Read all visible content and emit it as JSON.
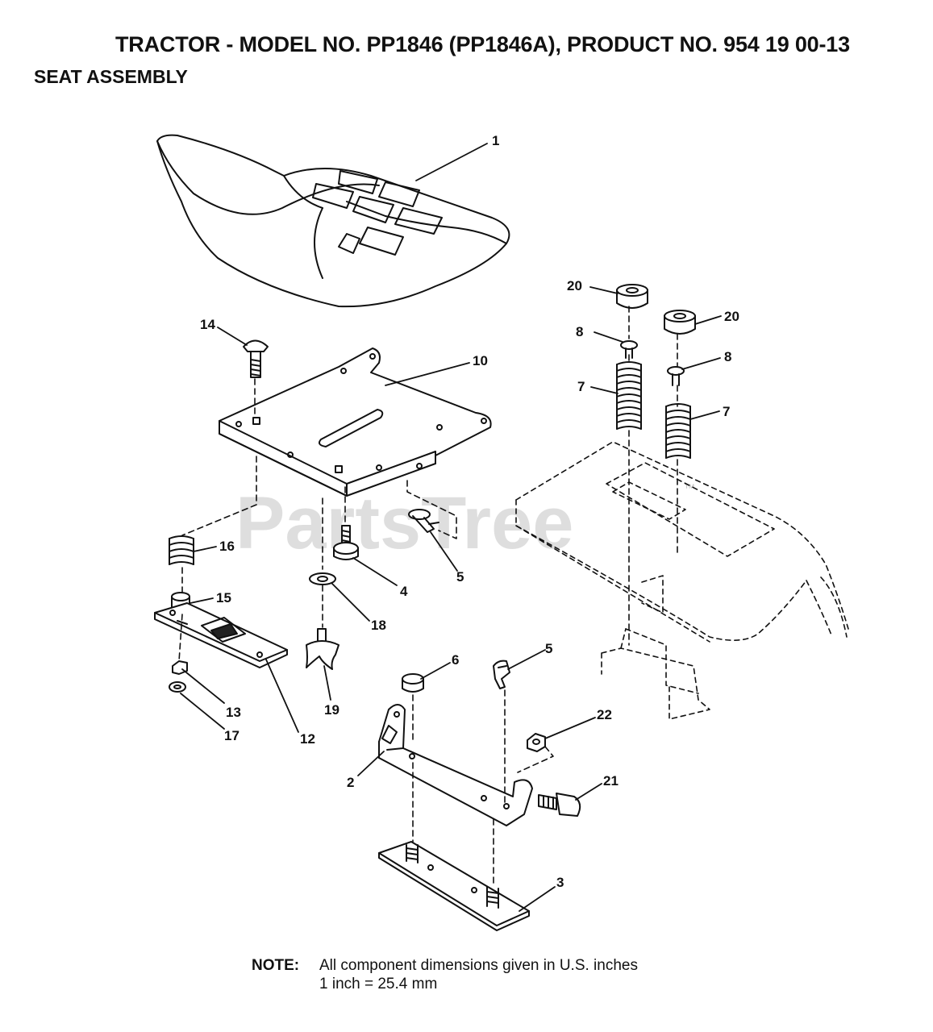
{
  "header": {
    "title": "TRACTOR - MODEL NO. PP1846 (PP1846A), PRODUCT NO. 954 19 00-13",
    "subtitle": "SEAT ASSEMBLY"
  },
  "watermark": {
    "text": "PartsTree",
    "trademark": "™"
  },
  "callouts": {
    "c1": "1",
    "c20a": "20",
    "c20b": "20",
    "c8a": "8",
    "c8b": "8",
    "c7a": "7",
    "c7b": "7",
    "c14": "14",
    "c10": "10",
    "c16": "16",
    "c15": "15",
    "c4": "4",
    "c5a": "5",
    "c18": "18",
    "c6": "6",
    "c5b": "5",
    "c19": "19",
    "c13": "13",
    "c17": "17",
    "c12": "12",
    "c22": "22",
    "c2": "2",
    "c21": "21",
    "c3": "3"
  },
  "note": {
    "label": "NOTE:",
    "line1": "All component dimensions given in U.S. inches",
    "line2": "1 inch = 25.4 mm"
  }
}
